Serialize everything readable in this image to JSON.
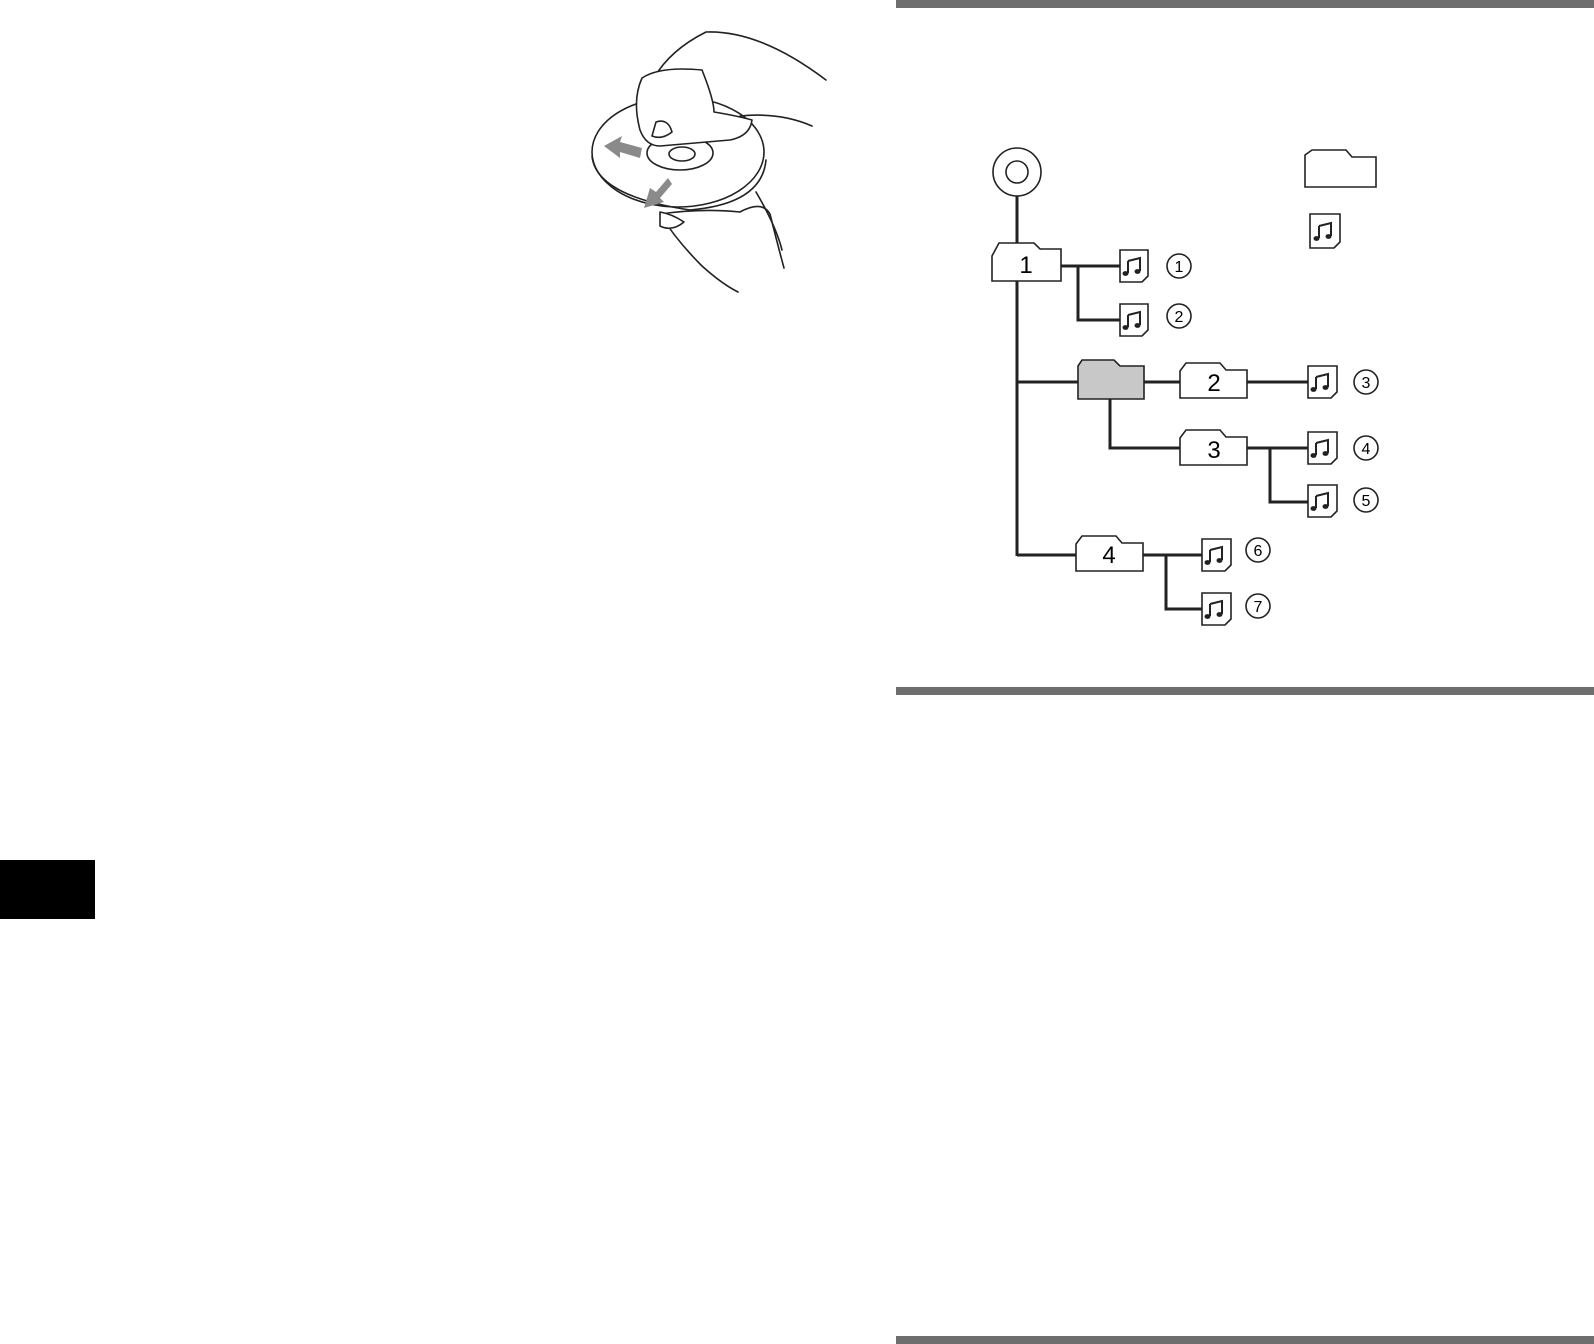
{
  "colors": {
    "rule": "#6e6e6e",
    "line": "#222222",
    "highlight_folder": "#c8c8c8",
    "side_tab": "#000000"
  },
  "illustration": {
    "subject": "hand wiping compact disc with cloth",
    "arrow_color": "#8a8a8a"
  },
  "legend": {
    "folder_icon": "folder-icon",
    "file_icon": "music-file-icon"
  },
  "tree": {
    "root_icon": "disc-icon",
    "folders": [
      {
        "id": "f1",
        "label": "1"
      },
      {
        "id": "f_empty",
        "label": "",
        "highlighted": true
      },
      {
        "id": "f2",
        "label": "2"
      },
      {
        "id": "f3",
        "label": "3"
      },
      {
        "id": "f4",
        "label": "4"
      }
    ],
    "files": [
      {
        "id": "t1",
        "label": "1",
        "parent": "f1"
      },
      {
        "id": "t2",
        "label": "2",
        "parent": "f1"
      },
      {
        "id": "t3",
        "label": "3",
        "parent": "f2"
      },
      {
        "id": "t4",
        "label": "4",
        "parent": "f3"
      },
      {
        "id": "t5",
        "label": "5",
        "parent": "f3"
      },
      {
        "id": "t6",
        "label": "6",
        "parent": "f4"
      },
      {
        "id": "t7",
        "label": "7",
        "parent": "f4"
      }
    ]
  }
}
